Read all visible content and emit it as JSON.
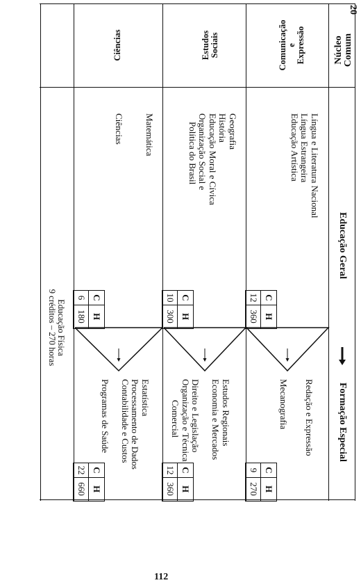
{
  "page": {
    "number_top": "20",
    "number_bottom": "112"
  },
  "header": {
    "nucleo_line1": "Núcleo",
    "nucleo_line2": "Comum",
    "educacao_geral": "Educação Geral",
    "formacao_especial": "Formação Especial"
  },
  "ch_labels": {
    "c": "C",
    "h": "H"
  },
  "areas": [
    {
      "name_lines": [
        "Comunicação",
        "e",
        "Expressão"
      ],
      "general_subjects": [
        "Língua e Literatura Nacional",
        "Língua Estrangeira",
        "Educação Artística"
      ],
      "general_c": "12",
      "general_h": "360",
      "special_subjects": [
        "Redação e Expressão",
        "",
        "Mecanografia"
      ],
      "special_c": "9",
      "special_h": "270"
    },
    {
      "name_lines": [
        "Estudos",
        "Sociais"
      ],
      "general_subjects": [
        "Geografia",
        "História",
        "Educação Moral e Cívica",
        "Organização Social e",
        "Política do Brasil"
      ],
      "general_c": "10",
      "general_h": "300",
      "special_subjects": [
        "Estudos Regionais",
        "Economia e Mercados",
        "",
        "Direito e Legislação",
        "Organização e Técnica",
        "Comercial"
      ],
      "special_c": "12",
      "special_h": "360"
    },
    {
      "name_lines": [
        "Ciências"
      ],
      "general_subjects": [
        "Matemática",
        "",
        "",
        "Ciências"
      ],
      "general_c": "6",
      "general_h": "180",
      "special_subjects": [
        "Estatística",
        "Processamento de Dados",
        "Contabilidade e Custos",
        "",
        "Programas de Saúde"
      ],
      "special_c": "22",
      "special_h": "660"
    }
  ],
  "footer_note": {
    "line1": "Educação Física",
    "line2": "9 créditos – 270 horas"
  }
}
